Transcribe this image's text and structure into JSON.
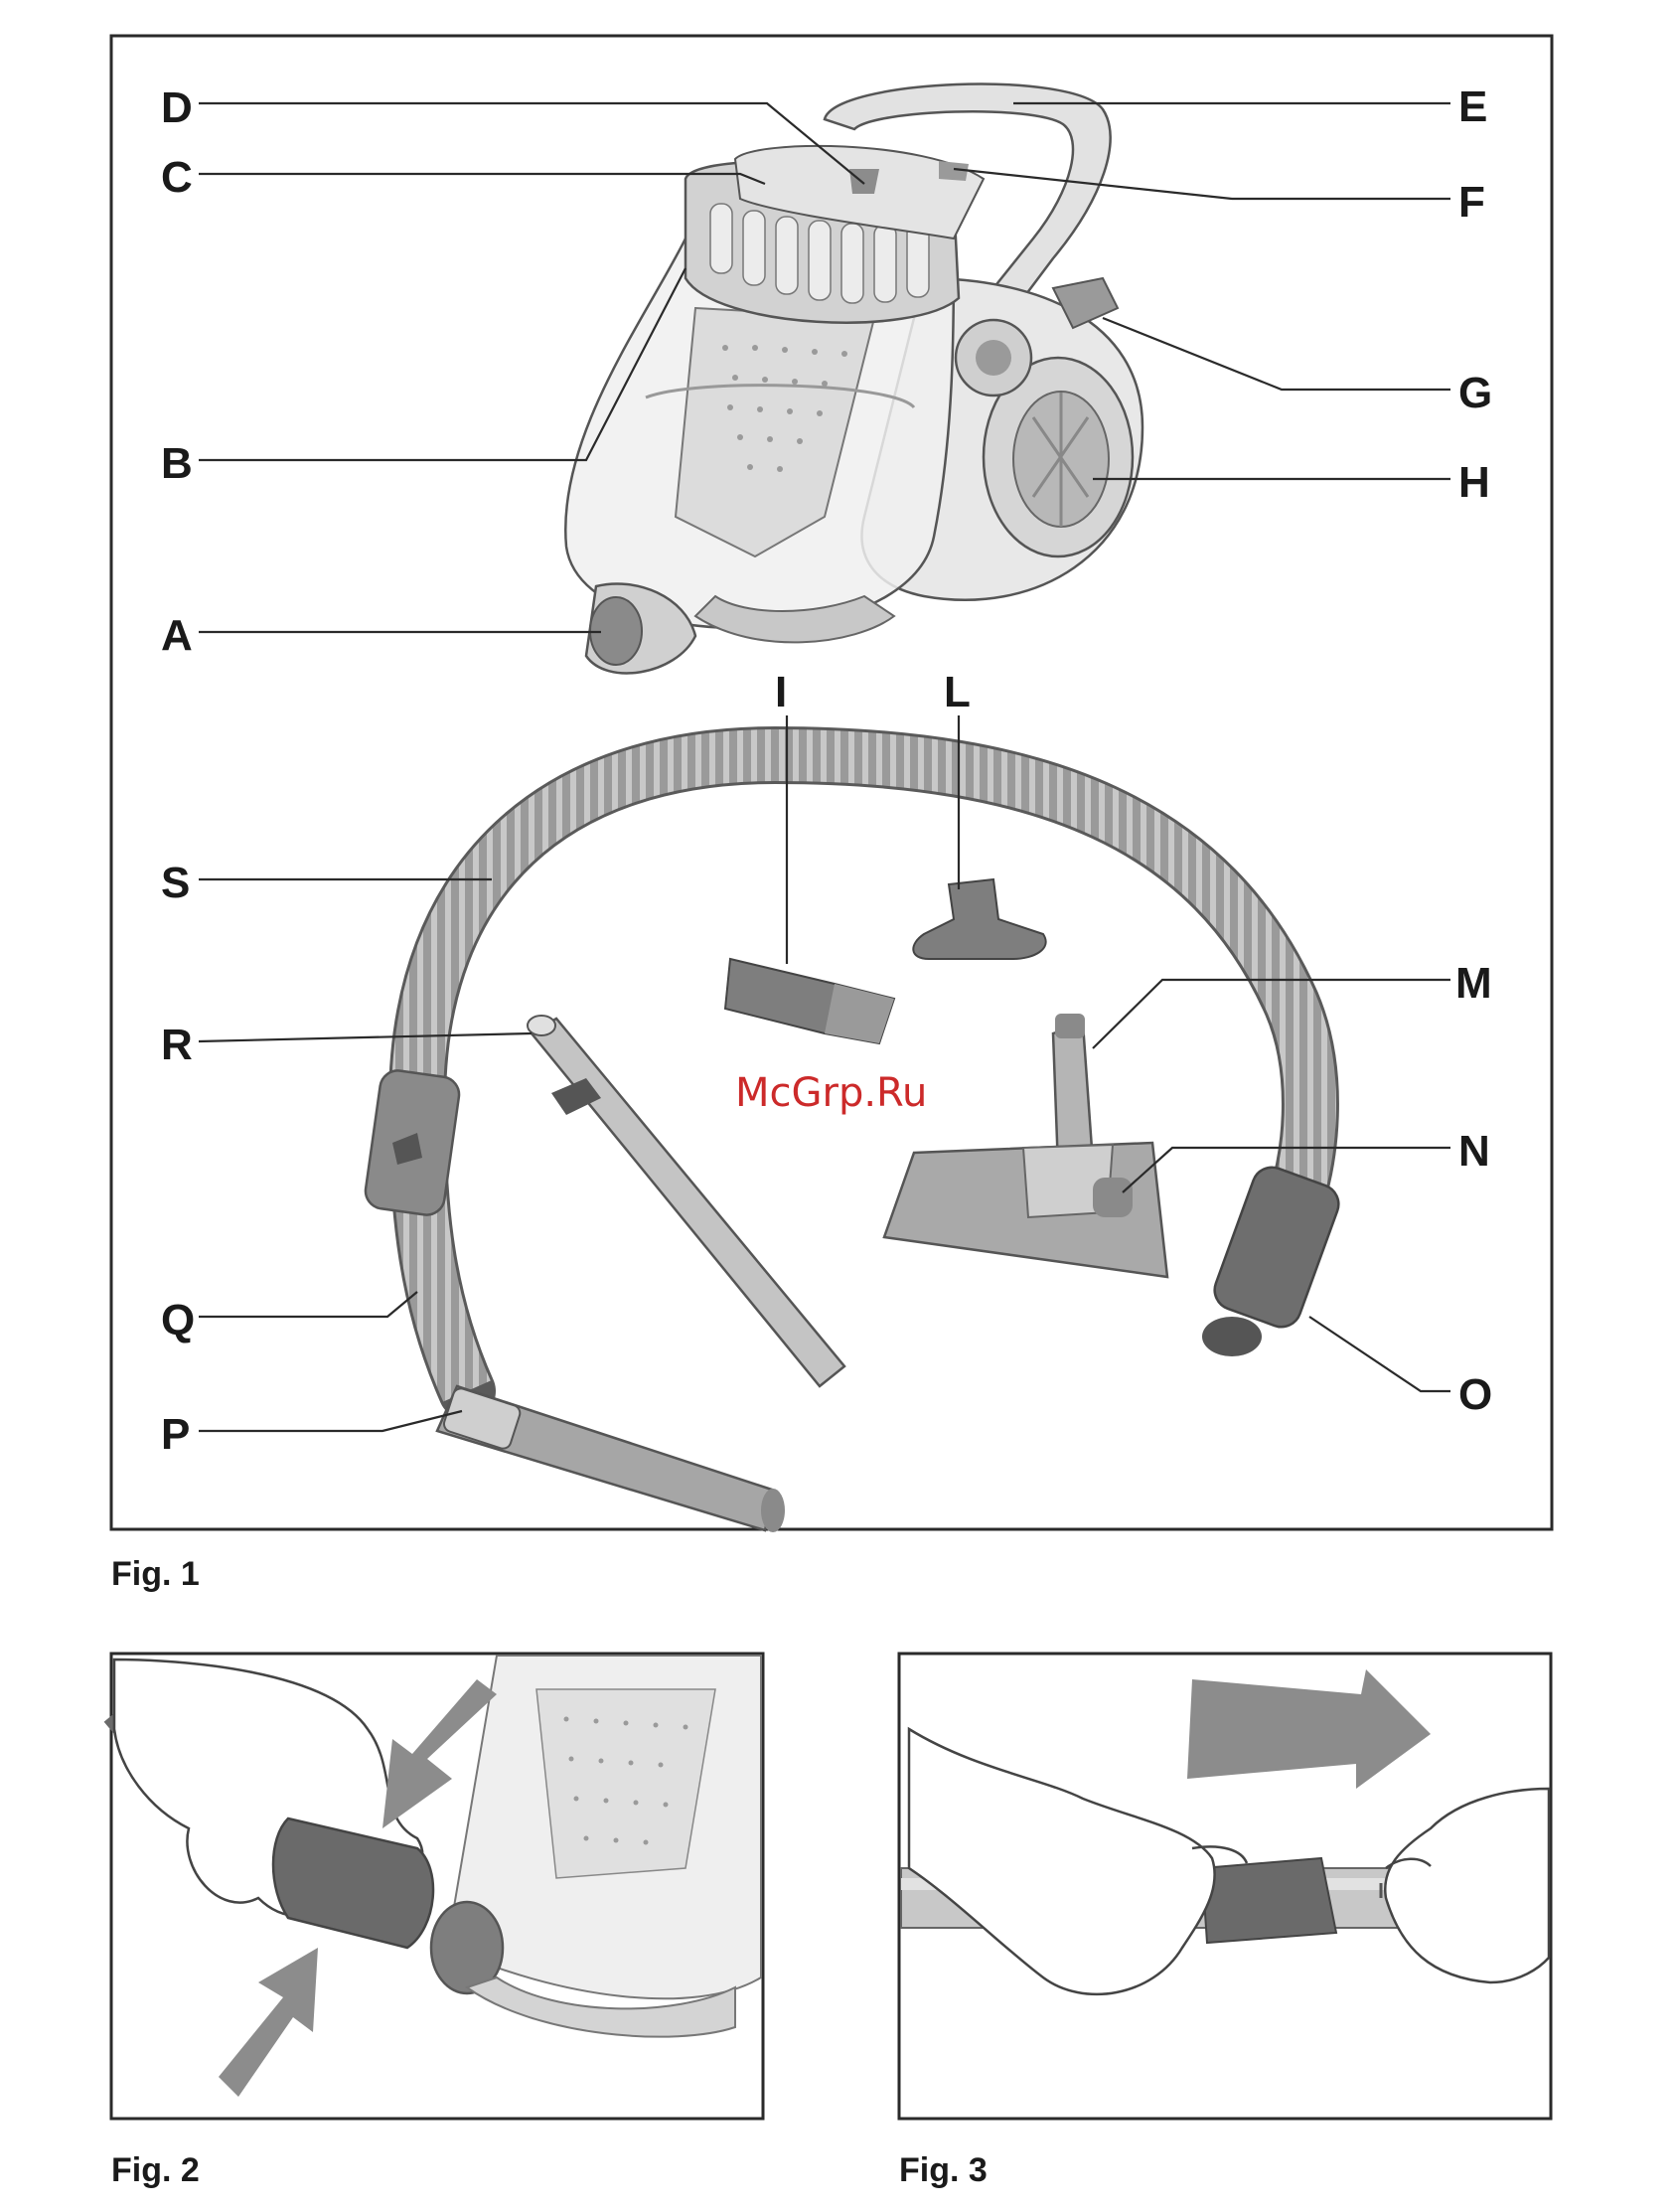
{
  "figures": [
    {
      "caption": "Fig. 1",
      "labels": [
        "D",
        "C",
        "B",
        "A",
        "S",
        "R",
        "Q",
        "P",
        "E",
        "F",
        "G",
        "H",
        "I",
        "L",
        "M",
        "N",
        "O"
      ]
    },
    {
      "caption": "Fig. 2"
    },
    {
      "caption": "Fig. 3"
    }
  ],
  "watermark": "McGrp.Ru",
  "colors": {
    "frame": "#2a2a2a",
    "part_light": "#d9d9d9",
    "part_mid": "#a6a6a6",
    "part_dark": "#6e6e6e",
    "arrow": "#8c8c8c",
    "watermark": "#cc2a2a"
  }
}
